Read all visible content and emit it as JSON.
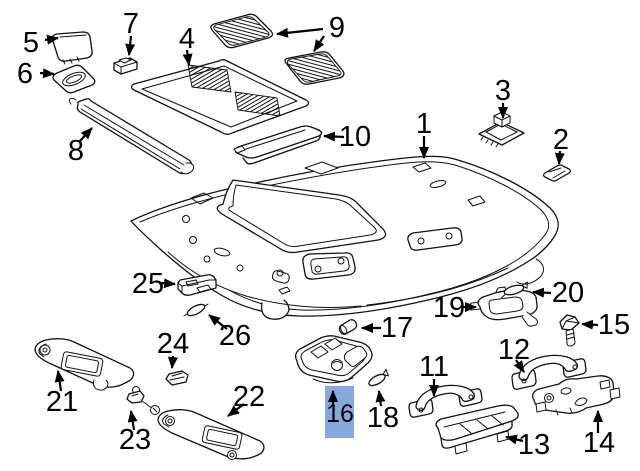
{
  "diagram": {
    "background": "#ffffff",
    "line_color": "#111111"
  },
  "highlight": {
    "part_number": "16",
    "box_fill": "#85A9DC",
    "label_color": "#1B3E75"
  },
  "callouts": [
    {
      "text": "1"
    },
    {
      "text": "2"
    },
    {
      "text": "3"
    },
    {
      "text": "4"
    },
    {
      "text": "5"
    },
    {
      "text": "6"
    },
    {
      "text": "7"
    },
    {
      "text": "8"
    },
    {
      "text": "9"
    },
    {
      "text": "10"
    },
    {
      "text": "11"
    },
    {
      "text": "12"
    },
    {
      "text": "13"
    },
    {
      "text": "14"
    },
    {
      "text": "15"
    },
    {
      "text": "16"
    },
    {
      "text": "17"
    },
    {
      "text": "18"
    },
    {
      "text": "19"
    },
    {
      "text": "20"
    },
    {
      "text": "21"
    },
    {
      "text": "22"
    },
    {
      "text": "23"
    },
    {
      "text": "24"
    },
    {
      "text": "25"
    },
    {
      "text": "26"
    }
  ]
}
